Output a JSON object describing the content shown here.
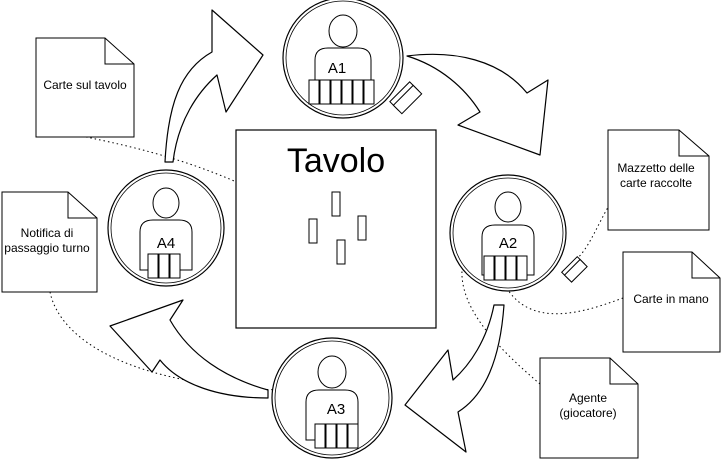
{
  "table": {
    "title": "Tavolo"
  },
  "agents": [
    {
      "id": "a1",
      "label": "A1"
    },
    {
      "id": "a2",
      "label": "A2"
    },
    {
      "id": "a3",
      "label": "A3"
    },
    {
      "id": "a4",
      "label": "A4"
    }
  ],
  "notes": {
    "table_cards": {
      "lines": [
        "Carte sul tavolo"
      ]
    },
    "turn_notice": {
      "lines": [
        "Notifica di",
        "passaggio turno"
      ]
    },
    "collected_pile": {
      "lines": [
        "Mazzetto delle",
        "carte raccolte"
      ]
    },
    "hand_cards": {
      "lines": [
        "Carte in mano"
      ]
    },
    "agent_player": {
      "lines": [
        "Agente",
        "(giocatore)"
      ]
    }
  }
}
